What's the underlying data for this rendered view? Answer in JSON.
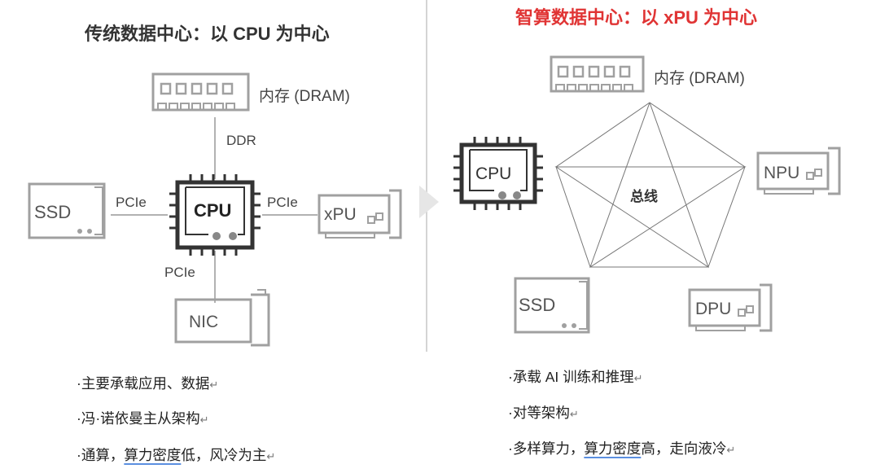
{
  "left": {
    "title": "传统数据中心：以 CPU 为中心",
    "dram_label": "内存 (DRAM)",
    "ddr_label": "DDR",
    "cpu_label": "CPU",
    "ssd_label": "SSD",
    "xpu_label": "xPU",
    "nic_label": "NIC",
    "pcie_left": "PCIe",
    "pcie_right": "PCIe",
    "pcie_bottom": "PCIe",
    "bullets": [
      {
        "a": "·主要承载应用、数据",
        "u": "",
        "b": ""
      },
      {
        "a": "·冯·诺依曼主从架构",
        "u": "",
        "b": ""
      },
      {
        "a": "·通算，",
        "u": "算力密度",
        "b": "低，风冷为主"
      }
    ]
  },
  "right": {
    "title": "智算数据中心：以 xPU 为中心",
    "dram_label": "内存 (DRAM)",
    "cpu_label": "CPU",
    "npu_label": "NPU",
    "dpu_label": "DPU",
    "ssd_label": "SSD",
    "bus_label": "总线",
    "bullets": [
      {
        "a": "·承载 AI 训练和推理",
        "u": "",
        "b": ""
      },
      {
        "a": "·对等架构",
        "u": "",
        "b": ""
      },
      {
        "a": "·多样算力，",
        "u": "算力密度",
        "b": "高，走向液冷"
      }
    ]
  },
  "return_mark": "↵",
  "colors": {
    "title_left": "#333333",
    "title_right": "#e03434",
    "icon_gray": "#a0a0a0",
    "chip_dark": "#333333"
  }
}
